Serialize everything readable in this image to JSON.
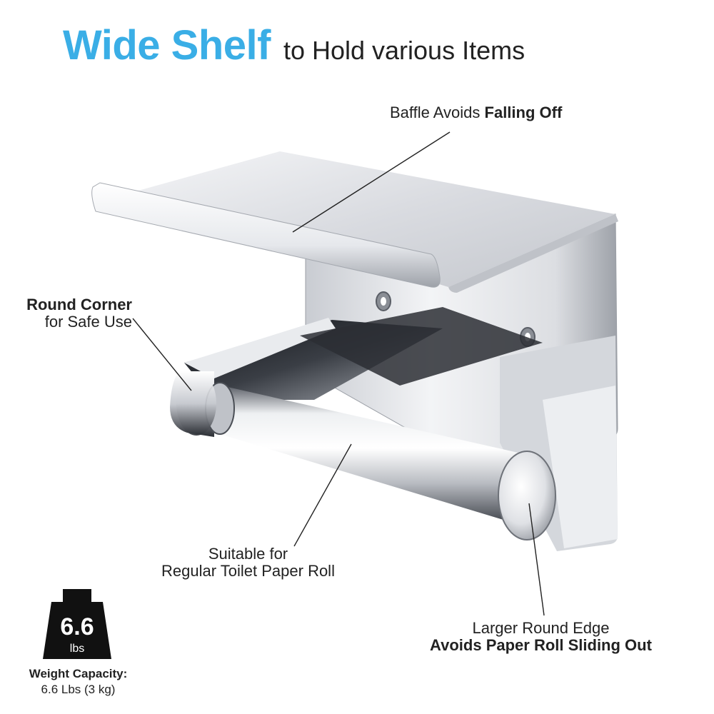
{
  "headline": {
    "accent": "Wide Shelf",
    "rest": "to Hold various Items",
    "accent_color": "#3aaee6"
  },
  "callouts": {
    "baffle": {
      "normal": "Baffle Avoids ",
      "bold": "Falling Off"
    },
    "round_corner": {
      "bold": "Round Corner",
      "normal": "for Safe Use"
    },
    "suitable": {
      "line1": "Suitable for",
      "line2": "Regular Toilet Paper Roll"
    },
    "larger_edge": {
      "line1": "Larger Round Edge",
      "line2": "Avoids Paper Roll Sliding Out"
    }
  },
  "weight": {
    "value": "6.6",
    "unit": "lbs",
    "caption_title": "Weight Capacity:",
    "caption_value": "6.6 Lbs (3 kg)",
    "icon": "weight-icon"
  },
  "product": {
    "name": "toilet-paper-holder-with-shelf",
    "finish": "polished-chrome"
  }
}
